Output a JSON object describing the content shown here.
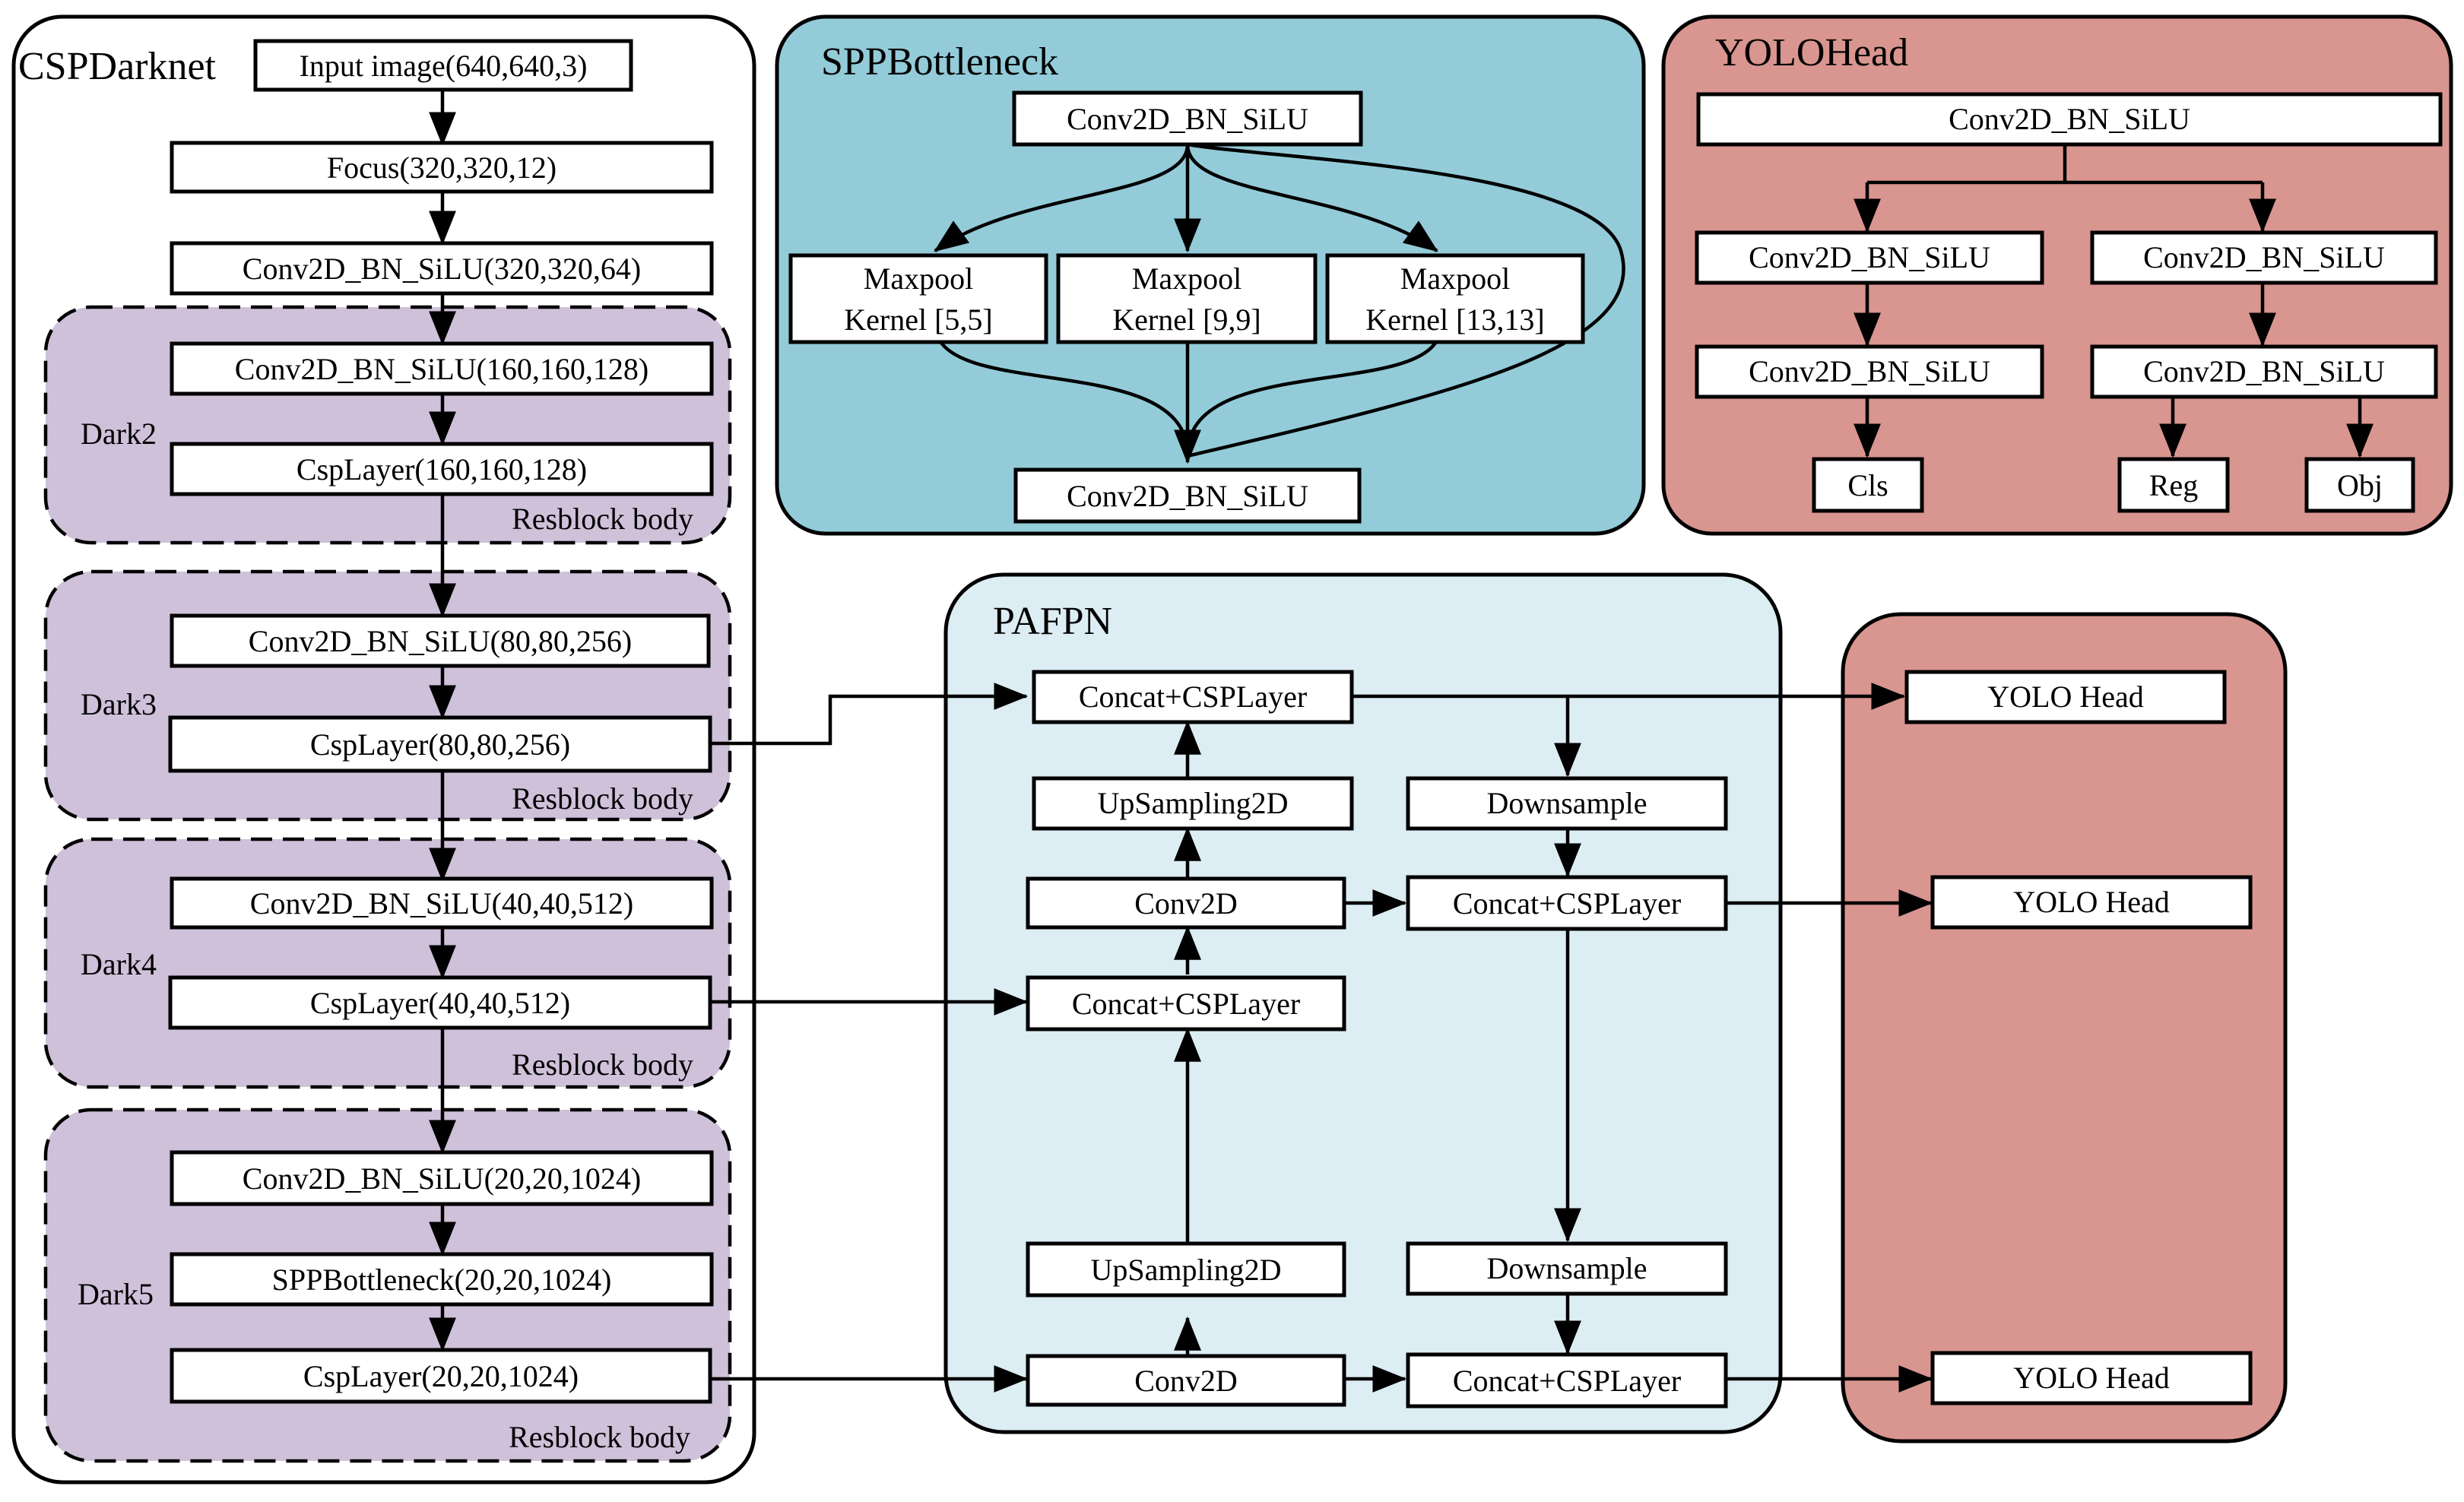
{
  "colors": {
    "purple": "#cfc1da",
    "spp": "#93cbd9",
    "yolohead": "#d9958f",
    "pafpn": "#dcedf3",
    "heads": "#d9958f",
    "stroke": "#000000"
  },
  "csp": {
    "title": "CSPDarknet",
    "input": "Input image(640,640,3)",
    "focus": "Focus(320,320,12)",
    "conv0": "Conv2D_BN_SiLU(320,320,64)",
    "dark2": {
      "label": "Dark2",
      "conv": "Conv2D_BN_SiLU(160,160,128)",
      "csp": "CspLayer(160,160,128)",
      "res": "Resblock body"
    },
    "dark3": {
      "label": "Dark3",
      "conv": "Conv2D_BN_SiLU(80,80,256)",
      "csp": "CspLayer(80,80,256)",
      "res": "Resblock body"
    },
    "dark4": {
      "label": "Dark4",
      "conv": "Conv2D_BN_SiLU(40,40,512)",
      "csp": "CspLayer(40,40,512)",
      "res": "Resblock body"
    },
    "dark5": {
      "label": "Dark5",
      "conv": "Conv2D_BN_SiLU(20,20,1024)",
      "spp": "SPPBottleneck(20,20,1024)",
      "csp": "CspLayer(20,20,1024)",
      "res": "Resblock body"
    }
  },
  "spp": {
    "title": "SPPBottleneck",
    "conv_top": "Conv2D_BN_SiLU",
    "pool_label": "Maxpool",
    "pool1": "Kernel [5,5]",
    "pool2": "Kernel [9,9]",
    "pool3": "Kernel [13,13]",
    "conv_bottom": "Conv2D_BN_SiLU"
  },
  "yolohead": {
    "title": "YOLOHead",
    "conv_top": "Conv2D_BN_SiLU",
    "left1": "Conv2D_BN_SiLU",
    "left2": "Conv2D_BN_SiLU",
    "right1": "Conv2D_BN_SiLU",
    "right2": "Conv2D_BN_SiLU",
    "cls": "Cls",
    "reg": "Reg",
    "obj": "Obj"
  },
  "pafpn": {
    "title": "PAFPN",
    "concat_top": "Concat+CSPLayer",
    "upsampling_top": "UpSampling2D",
    "conv_mid": "Conv2D",
    "concat_mid": "Concat+CSPLayer",
    "upsampling_bottom": "UpSampling2D",
    "conv_bottom": "Conv2D",
    "downsample_top": "Downsample",
    "concat_right_mid": "Concat+CSPLayer",
    "downsample_bottom": "Downsample",
    "concat_right_bottom": "Concat+CSPLayer"
  },
  "heads": {
    "head1": "YOLO Head",
    "head2": "YOLO Head",
    "head3": "YOLO Head"
  }
}
